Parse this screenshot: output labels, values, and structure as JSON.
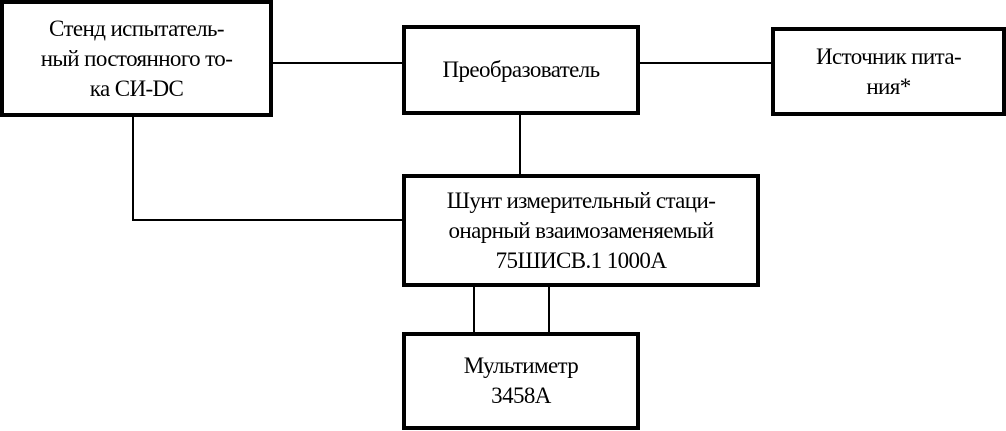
{
  "blocks": {
    "stand": "Стенд испытатель-\nный постоянного то-\nка СИ-DC",
    "converter": "Преобразователь",
    "power_source": "Источник пита-\nния*",
    "shunt": "Шунт измерительный стаци-\nонарный взаимозаменяемый\n75ШИСВ.1 1000А",
    "multimeter": "Мультиметр\n3458А"
  }
}
